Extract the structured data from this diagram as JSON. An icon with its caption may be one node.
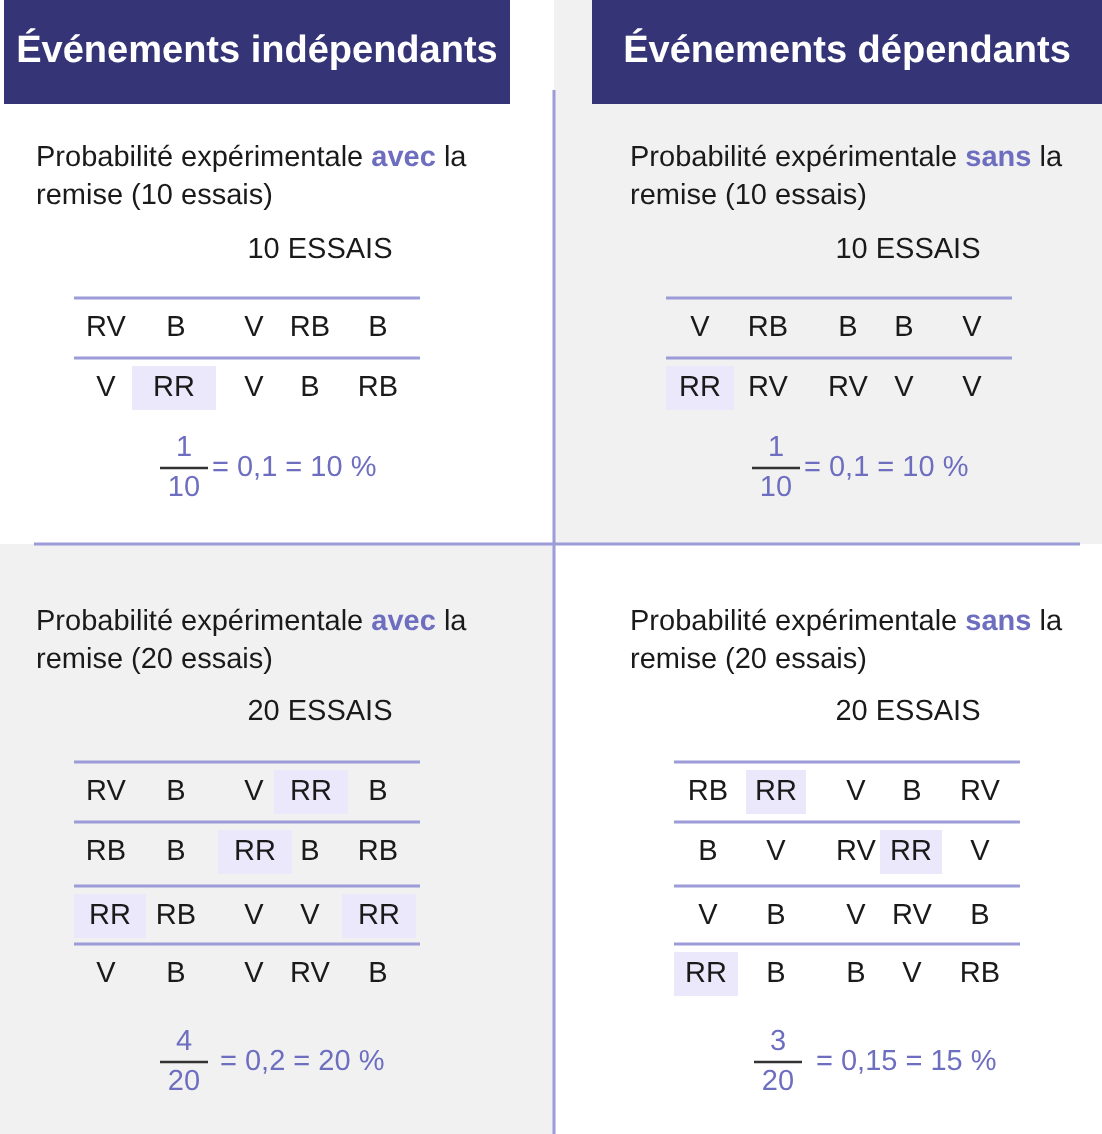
{
  "diagram": {
    "nodes": [
      {
        "text": [
          "Événements indépendants"
        ]
      },
      {
        "text": [
          "Événements dépendants"
        ]
      }
    ],
    "labels": [
      "Probabilité expérimentale **avec** la remise (10 essais)",
      "10 ESSAIS",
      "RV",
      "B",
      "V",
      "RB",
      "B",
      "V",
      "RR",
      "V",
      "B",
      "RB",
      "1",
      "10",
      "= 0,1 = 10 %",
      "Probabilité expérimentale **sans** la remise (10 essais)",
      "10 ESSAIS",
      "V",
      "RB",
      "B",
      "B",
      "V",
      "RR",
      "RV",
      "RV",
      "V",
      "V",
      "1",
      "10",
      "= 0,1 = 10 %",
      "Probabilité expérimentale **avec** la remise (20 essais)",
      "20 ESSAIS",
      "RV",
      "B",
      "V",
      "RR",
      "B",
      "RB",
      "B",
      "RR",
      "B",
      "RB",
      "RR",
      "RB",
      "V",
      "V",
      "RR",
      "V",
      "B",
      "V",
      "RV",
      "B",
      "4",
      "20",
      "= 0,2 = 20 %",
      "Probabilité expérimentale **sans** la remise (20 essais)",
      "20 ESSAIS",
      "RB",
      "RR",
      "V",
      "B",
      "RV",
      "B",
      "V",
      "RV",
      "RR",
      "V",
      "V",
      "B",
      "V",
      "RV",
      "B",
      "RR",
      "B",
      "B",
      "V",
      "RB",
      "3",
      "20",
      "= 0,15 = 15 %"
    ]
  }
}
